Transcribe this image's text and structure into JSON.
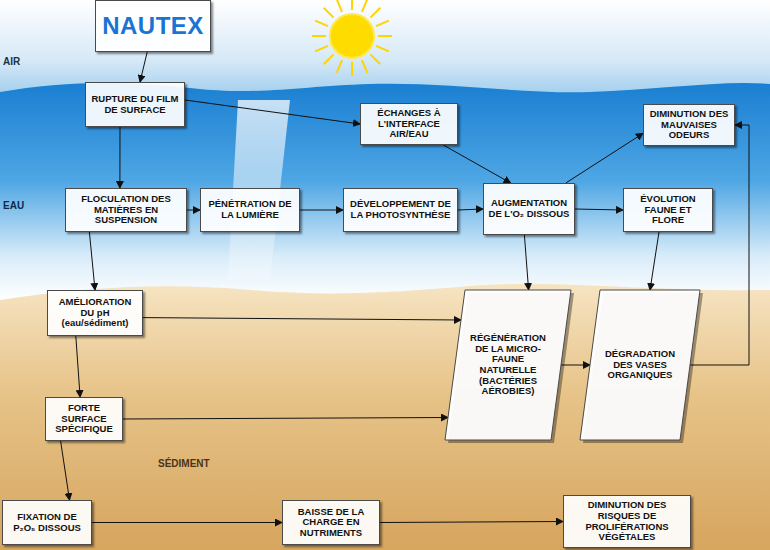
{
  "diagram": {
    "nodes": [
      {
        "text": [
          "NAUTEX"
        ]
      },
      {
        "text": [
          "RUPTURE DU FILM DE SURFACE"
        ]
      },
      {
        "text": [
          "ÉCHANGES À L'INTERFACE AIR/EAU"
        ]
      },
      {
        "text": [
          "DIMINUTION DES MAUVAISES ODEURS"
        ]
      },
      {
        "text": [
          "FLOCULATION DES MATIÈRES EN SUSPENSION"
        ]
      },
      {
        "text": [
          "PÉNÉTRATION DE LA LUMIÈRE"
        ]
      },
      {
        "text": [
          "DÉVELOPPEMENT DE LA PHOTOSYNTHÈSE"
        ]
      },
      {
        "text": [
          "AUGMENTATION DE L'O₂ DISSOUS"
        ]
      },
      {
        "text": [
          "ÉVOLUTION FAUNE ET FLORE"
        ]
      },
      {
        "text": [
          "AMÉLIORATION DU pH (eau/sédiment)"
        ]
      },
      {
        "text": [
          "RÉGÉNÉRATION DE LA MICRO-FAUNE NATURELLE (BACTÉRIES AÉROBIES)"
        ]
      },
      {
        "text": [
          "DÉGRADATION DES VASES ORGANIQUES"
        ]
      },
      {
        "text": [
          "FORTE SURFACE SPÉCIFIQUE"
        ]
      },
      {
        "text": [
          "FIXATION DE P₂O₅ DISSOUS"
        ]
      },
      {
        "text": [
          "BAISSE DE LA CHARGE EN NUTRIMENTS"
        ]
      },
      {
        "text": [
          "DIMINUTION DES RISQUES DE PROLIFÉRATIONS VÉGÉTALES"
        ]
      }
    ],
    "edges": [
      {
        "from": 0,
        "to": 1,
        "arrow": "to"
      },
      {
        "from": 1,
        "to": 2,
        "arrow": "to"
      },
      {
        "from": 1,
        "to": 4,
        "arrow": "to"
      },
      {
        "from": 2,
        "to": 7,
        "arrow": "to"
      },
      {
        "from": 4,
        "to": 5,
        "arrow": "to"
      },
      {
        "from": 5,
        "to": 6,
        "arrow": "to"
      },
      {
        "from": 6,
        "to": 7,
        "arrow": "to"
      },
      {
        "from": 7,
        "to": 3,
        "arrow": "to"
      },
      {
        "from": 7,
        "to": 8,
        "arrow": "to"
      },
      {
        "from": 7,
        "to": 10,
        "arrow": "to"
      },
      {
        "from": 8,
        "to": 11,
        "arrow": "to"
      },
      {
        "from": 4,
        "to": 9,
        "arrow": "to"
      },
      {
        "from": 9,
        "to": 10,
        "arrow": "to"
      },
      {
        "from": 9,
        "to": 12,
        "arrow": "to"
      },
      {
        "from": 12,
        "to": 10,
        "arrow": "to"
      },
      {
        "from": 12,
        "to": 13,
        "arrow": "to"
      },
      {
        "from": 13,
        "to": 14,
        "arrow": "to"
      },
      {
        "from": 14,
        "to": 15,
        "arrow": "to"
      },
      {
        "from": 10,
        "to": 11,
        "arrow": "to"
      },
      {
        "from": 11,
        "to": 3,
        "arrow": "to"
      }
    ],
    "labels": [
      "AIR",
      "EAU",
      "SÉDIMENT"
    ]
  }
}
